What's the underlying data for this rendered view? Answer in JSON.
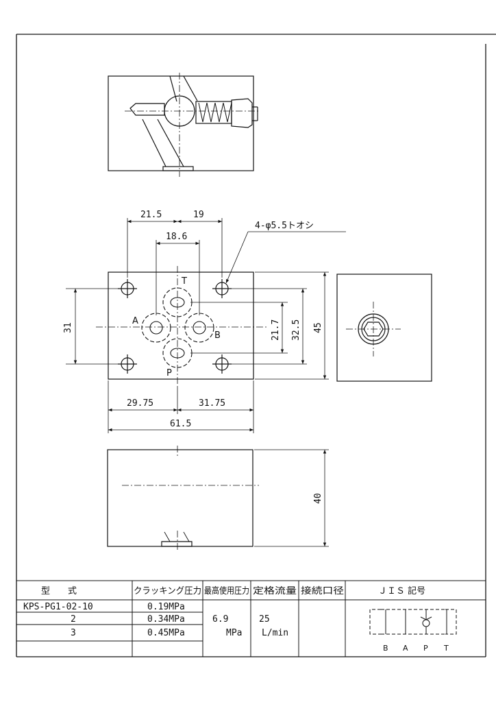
{
  "top_view": {
    "note": "4-φ5.5トオシ",
    "dims": {
      "top_left": "21.5",
      "top_right": "19",
      "center": "18.6",
      "left_height": "31",
      "inner_height": "21.7",
      "mid_height": "32.5",
      "total_height": "45",
      "bottom_left": "29.75",
      "bottom_right": "31.75",
      "total_width": "61.5"
    },
    "ports": {
      "t": "T",
      "a": "A",
      "b": "B",
      "p": "P"
    }
  },
  "front_view": {
    "dims": {
      "height": "40"
    }
  },
  "spec_table": {
    "headers": [
      "型　　式",
      "クラッキング圧力",
      "最高使用圧力",
      "定格流量",
      "接続口径",
      "ＪＩＳ 記号"
    ],
    "rows": [
      {
        "model": "KPS-PG1-02-10",
        "cracking": "0.19MPa"
      },
      {
        "model": "2",
        "cracking": "0.34MPa"
      },
      {
        "model": "3",
        "cracking": "0.45MPa"
      }
    ],
    "max_pressure": {
      "value": "6.9",
      "unit": "MPa"
    },
    "rated_flow": {
      "value": "25",
      "unit": "L/min"
    },
    "connection": "",
    "jis_ports": [
      "B",
      "A",
      "P",
      "T"
    ]
  }
}
